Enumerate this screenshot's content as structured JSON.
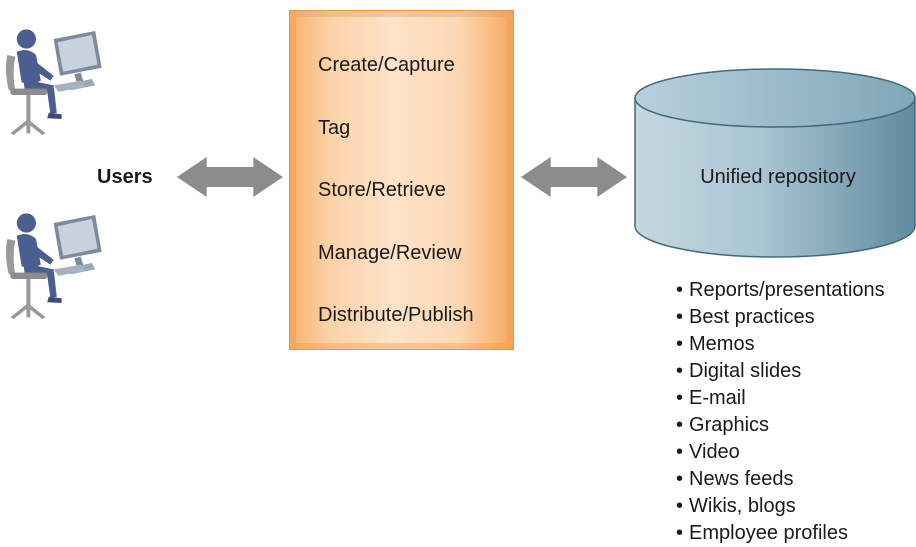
{
  "users": {
    "label": "Users",
    "icons": [
      "user-at-computer-icon",
      "user-at-computer-icon"
    ]
  },
  "process": {
    "steps": [
      "Create/Capture",
      "Tag",
      "Store/Retrieve",
      "Manage/Review",
      "Distribute/Publish"
    ]
  },
  "repository": {
    "label": "Unified repository",
    "content_types": [
      "Reports/presentations",
      "Best practices",
      "Memos",
      "Digital slides",
      "E-mail",
      "Graphics",
      "Video",
      "News feeds",
      "Wikis, blogs",
      "Employee profiles"
    ]
  },
  "connectors": [
    "double-arrow-icon",
    "double-arrow-icon"
  ],
  "colors": {
    "user_figure": "#4a5f8f",
    "monitor": "#8a96a6",
    "chair": "#9a9a9a",
    "arrow": "#8c8c8c",
    "process_box": "#f9c48c",
    "repository": "#6f98a8"
  }
}
